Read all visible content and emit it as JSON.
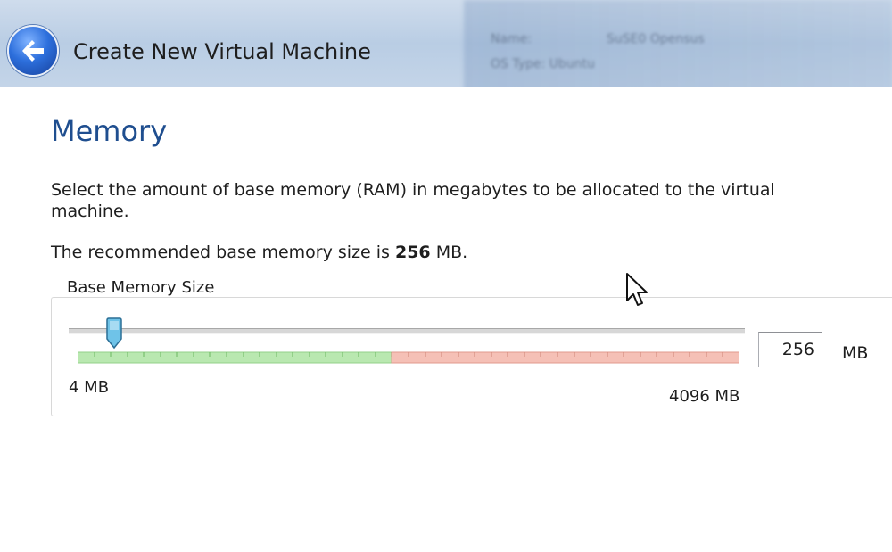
{
  "window": {
    "title": "Create New Virtual Machine",
    "background_text": [
      "Name:",
      "SuSE0 Opensus",
      "OS Type:  Ubuntu"
    ]
  },
  "page": {
    "title": "Memory",
    "description": "Select the amount of base memory (RAM) in megabytes to be allocated to the virtual machine.",
    "recommendation_prefix": "The recommended base memory size is ",
    "recommendation_value": "256",
    "recommendation_suffix": " MB."
  },
  "memory": {
    "group_label": "Base Memory Size",
    "min_label": "4 MB",
    "max_label": "4096 MB",
    "value": "256",
    "unit": "MB",
    "min_mb": 4,
    "max_mb": 4096,
    "recommended_limit_fraction": 0.475
  },
  "colors": {
    "accent": "#1f4e8f",
    "safe_zone": "#b9e8b0",
    "danger_zone": "#f5c0b6",
    "thumb": "#6fc3e8"
  },
  "icons": {
    "back": "back-arrow-icon",
    "cursor": "mouse-pointer-icon"
  }
}
